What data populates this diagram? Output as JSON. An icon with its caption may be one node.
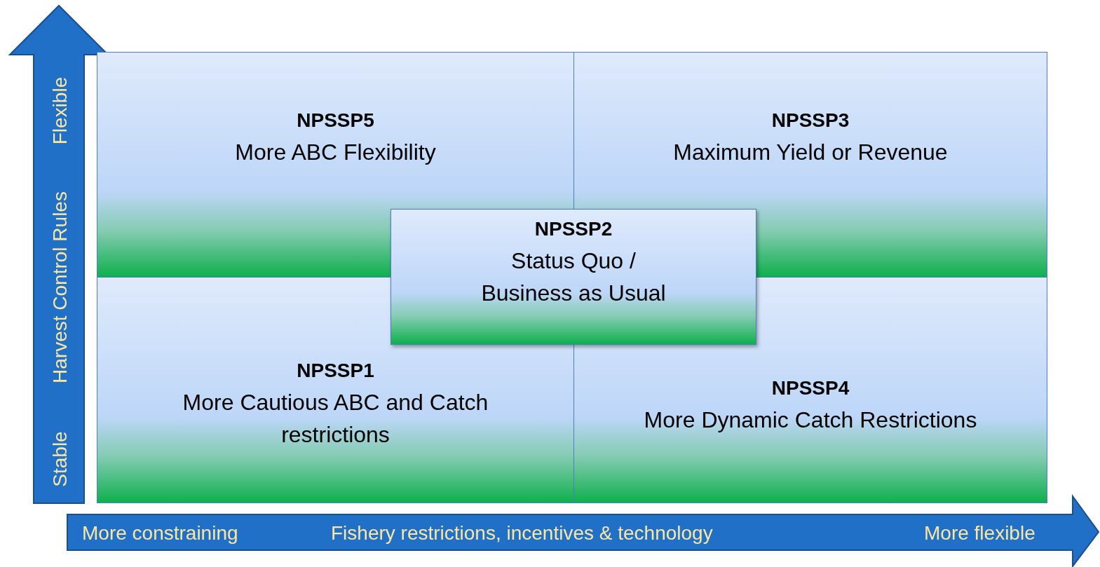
{
  "diagram": {
    "nodes": [
      {
        "text": [
          "NPSSP5",
          "More ABC Flexibility"
        ]
      },
      {
        "text": [
          "NPSSP3",
          "Maximum Yield or Revenue"
        ]
      },
      {
        "text": [
          "NPSSP2",
          "Status Quo / Business as Usual"
        ]
      },
      {
        "text": [
          "NPSSP1",
          "More Cautious ABC and Catch restrictions"
        ]
      },
      {
        "text": [
          "NPSSP4",
          "More Dynamic Catch Restrictions"
        ]
      }
    ],
    "labels": [
      "Flexible",
      "Harvest Control Rules",
      "Stable",
      "More constraining",
      "Fishery restrictions, incentives & technology",
      "More flexible"
    ]
  }
}
